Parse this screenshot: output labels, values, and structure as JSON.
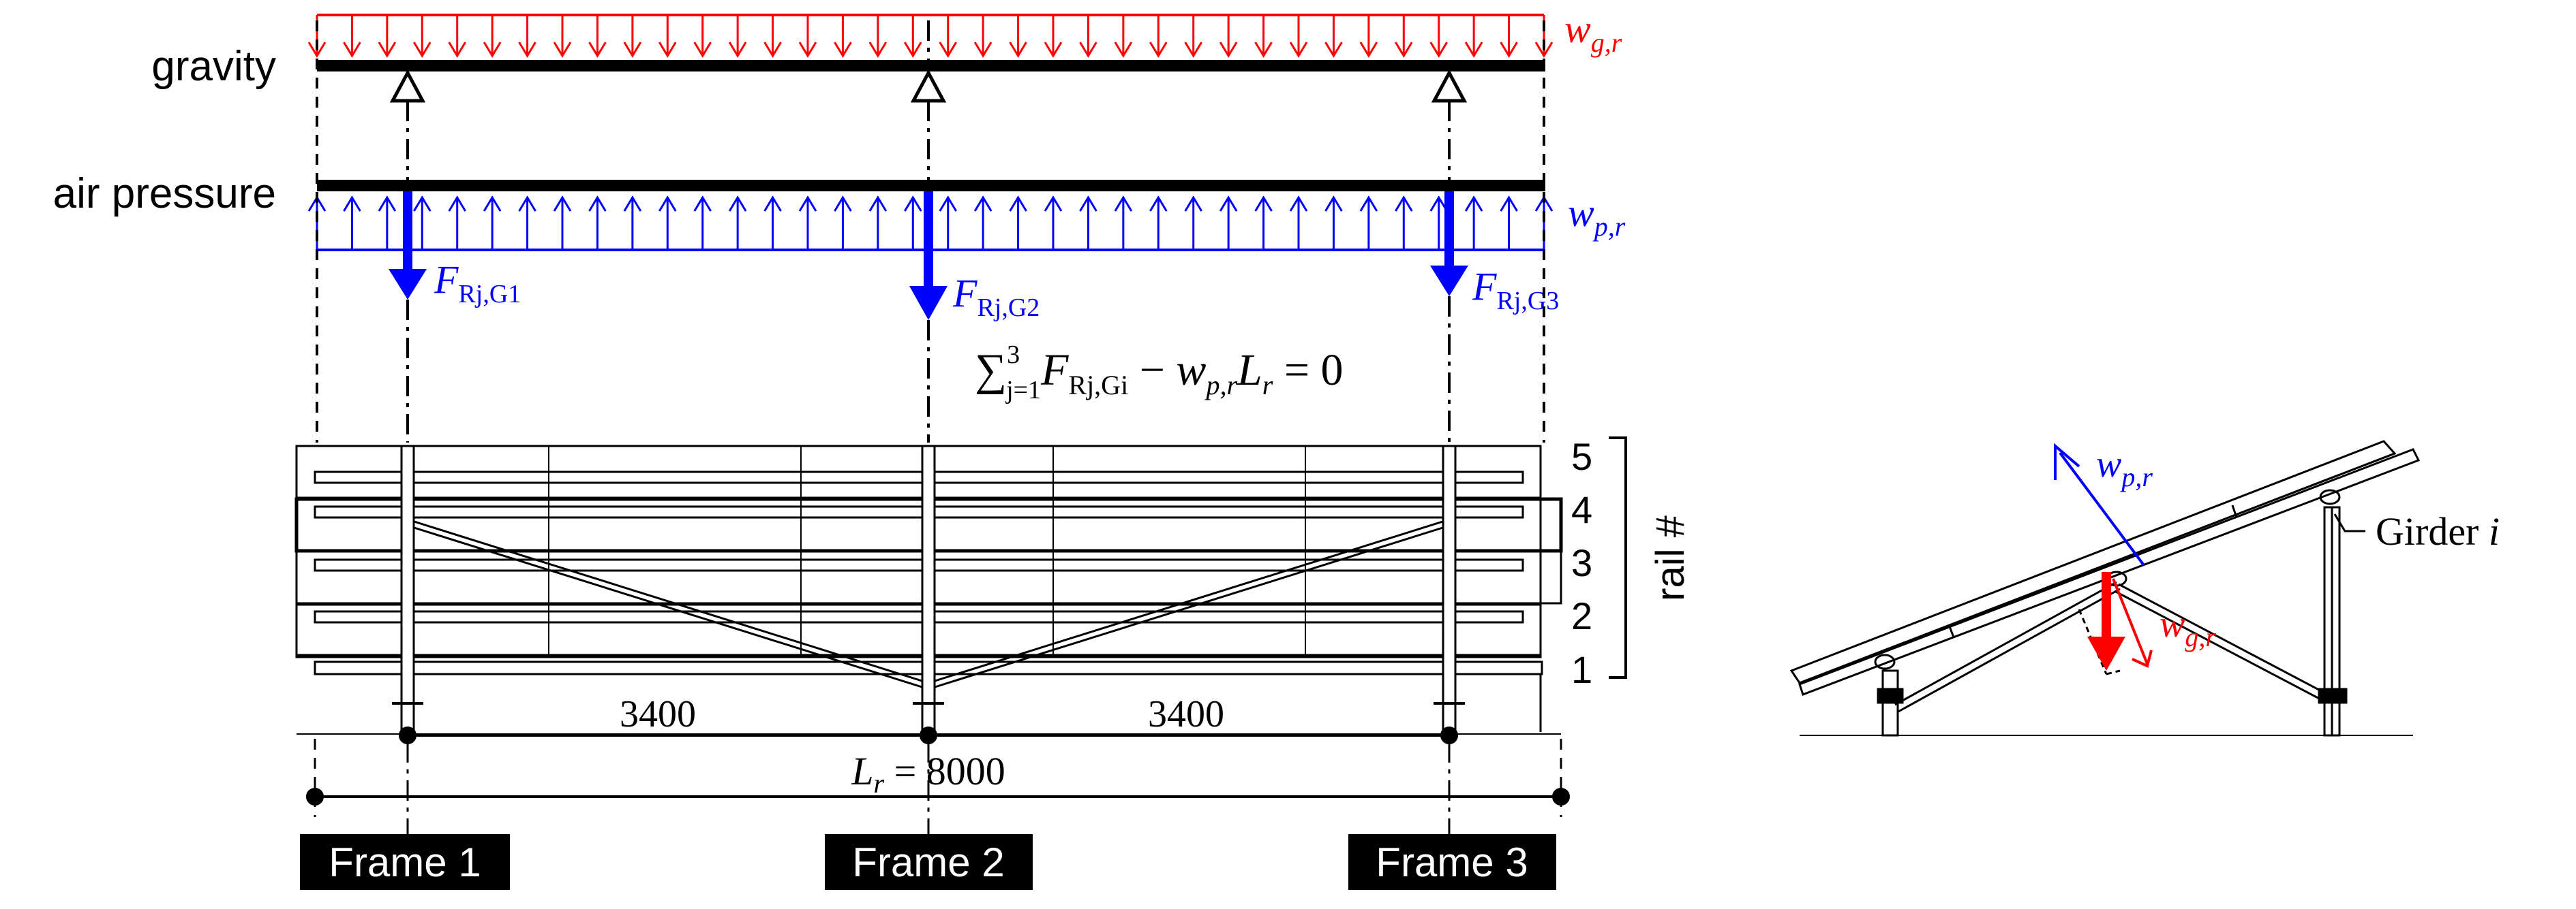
{
  "beam": {
    "gravity_label": "gravity",
    "air_pressure_label": "air pressure",
    "load_gravity": {
      "sym": "w",
      "sub": "g,r"
    },
    "load_pressure": {
      "sym": "w",
      "sub": "p,r"
    },
    "reactions": [
      {
        "sym": "F",
        "sub": "Rj,G1"
      },
      {
        "sym": "F",
        "sub": "Rj,G2"
      },
      {
        "sym": "F",
        "sub": "Rj,G3"
      }
    ],
    "equation": {
      "sum_sign": "∑",
      "sup": "3",
      "sub": "j=1",
      "term1": "F",
      "term1_sub": "Rj,Gi",
      "minus": " − ",
      "term2": "w",
      "term2_sub": "p,r",
      "term3": "L",
      "term3_sub": "r",
      "rhs": " = 0"
    }
  },
  "rails": {
    "numbers": [
      "5",
      "4",
      "3",
      "2",
      "1"
    ],
    "axis_label": "rail #"
  },
  "dimensions": {
    "span1": "3400",
    "span2": "3400",
    "total_sym": "L",
    "total_sub": "r",
    "total_value": " = 8000"
  },
  "frames": [
    "Frame 1",
    "Frame 2",
    "Frame 3"
  ],
  "section": {
    "pressure_sym": "w",
    "pressure_sub": "p,r",
    "gravity_sym": "w",
    "gravity_sub": "g,r",
    "girder_label": "Girder ",
    "girder_index": "i"
  },
  "colors": {
    "gravity": "#ff0000",
    "pressure": "#0000ff",
    "structure": "#000000",
    "frame_label_bg": "#000000",
    "frame_label_fg": "#ffffff"
  }
}
